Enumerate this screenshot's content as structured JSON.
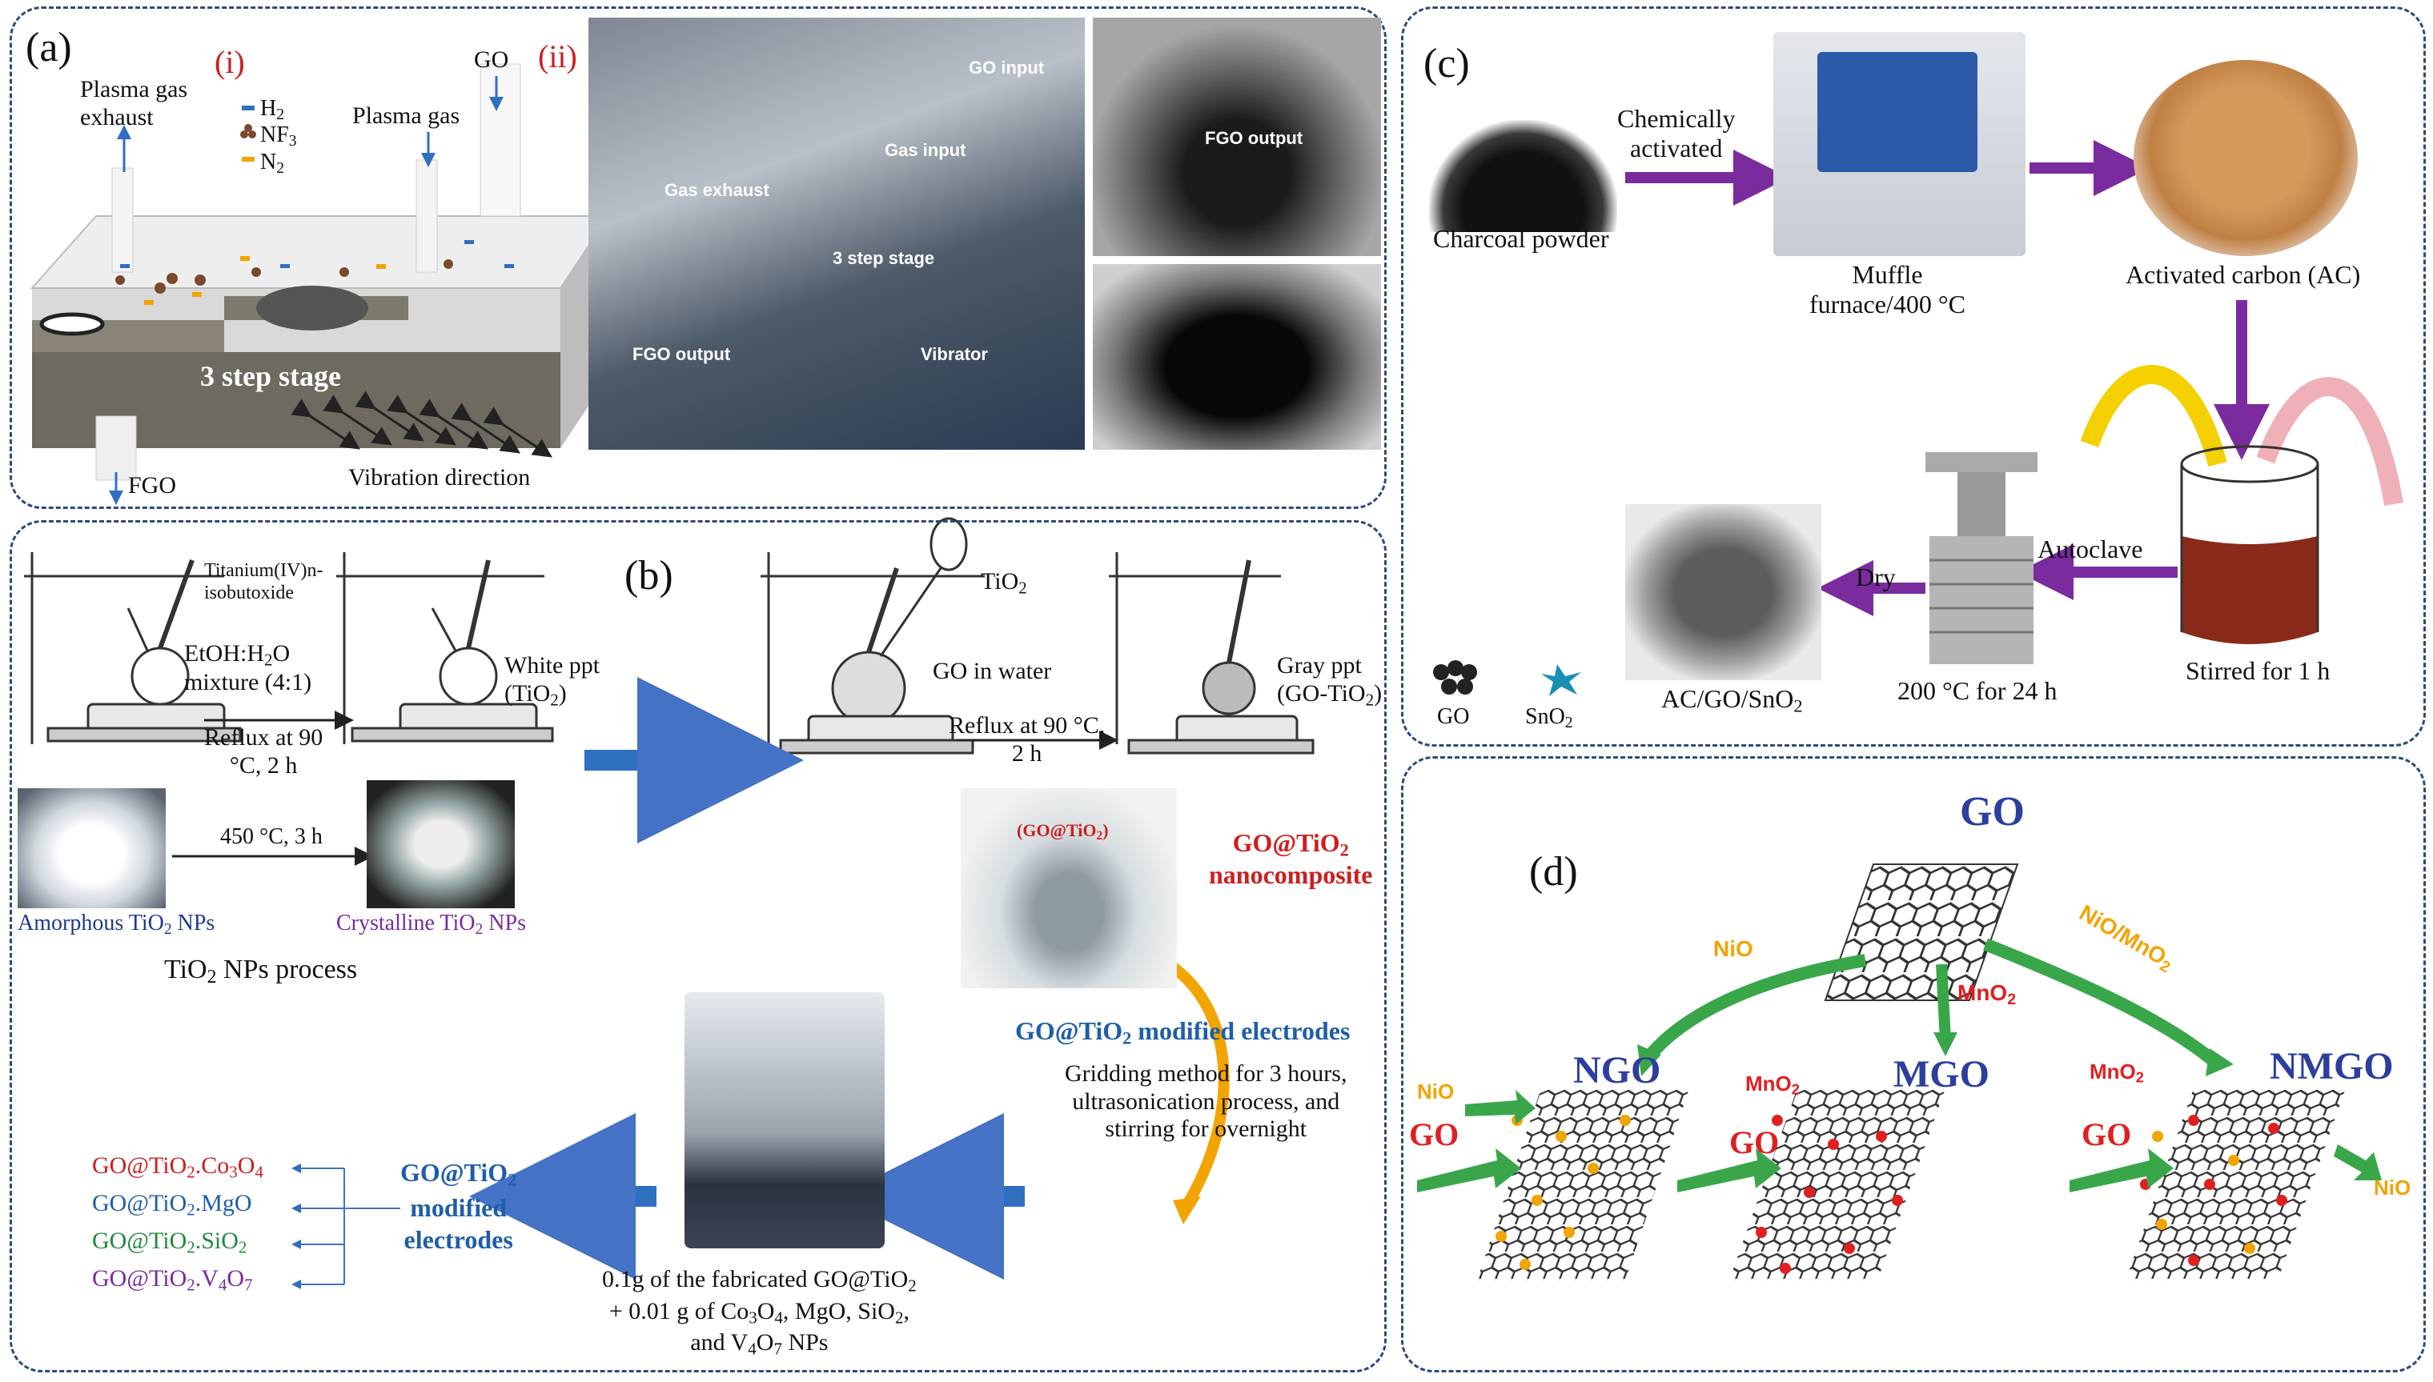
{
  "colors": {
    "panel_border": "#2d4a7a",
    "red_label": "#cc1f1f",
    "blue_text": "#1f5ea8",
    "purple_arrow": "#7a2b9e",
    "blue_arrow": "#2f6fc0",
    "green_arrow": "#3aa64a",
    "orange_arrow": "#f2a400",
    "yellow_arrow": "#f5d000"
  },
  "panel_a": {
    "label": "(a)",
    "sub_i": "(i)",
    "sub_ii": "(ii)",
    "exhaust": "Plasma gas\nexhaust",
    "legend_h2": "H",
    "legend_h2_sub": "2",
    "legend_nf3": "NF",
    "legend_nf3_sub": "3",
    "legend_n2": "N",
    "legend_n2_sub": "2",
    "plasma_gas": "Plasma gas",
    "go": "GO",
    "stage": "3 step stage",
    "fgo": "FGO",
    "vibration": "Vibration direction",
    "photo_go_input": "GO input",
    "photo_gas_input": "Gas input",
    "photo_gas_exhaust": "Gas exhaust",
    "photo_stage": "3 step stage",
    "photo_vibrator": "Vibrator",
    "photo_fgo_output": "FGO output",
    "photo_fgo_output2": "FGO output"
  },
  "panel_b": {
    "label": "(b)",
    "precursor": "Titanium(IV)n-\nisobutoxide",
    "etoh": "EtOH:H",
    "etoh_sub": "2",
    "etoh_rest": "O\nmixture (4:1)",
    "reflux1": "Reflux at 90\n°C, 2 h",
    "white_ppt": "White ppt\n(TiO",
    "white_ppt_sub": "2",
    "white_ppt_end": ")",
    "calc": "450 °C, 3 h",
    "amorphous": "Amorphous TiO",
    "amorphous_sub": "2",
    "amorphous_end": " NPs",
    "crystalline": "Crystalline TiO",
    "crystalline_sub": "2",
    "crystalline_end": " NPs",
    "process": "TiO",
    "process_sub": "2",
    "process_end": " NPs process",
    "tio2_add": "TiO",
    "tio2_add_sub": "2",
    "go_water": "GO in water",
    "reflux2": "Reflux at 90 °C,\n2 h",
    "gray_ppt": "Gray ppt\n(GO-TiO",
    "gray_ppt_sub": "2",
    "gray_ppt_end": ")",
    "dish_label": "(GO@TiO",
    "dish_label_sub": "2",
    "dish_label_end": ")",
    "nano_title_1": "GO@TiO",
    "nano_title_sub": "2",
    "nano_title_2": "nanocomposite",
    "modified_title": "GO@TiO",
    "modified_title_sub": "2",
    "modified_title_end": " modified electrodes",
    "method": "Gridding method for 3 hours,\nultrasonication process, and\nstirring for overnight",
    "fab_1": "0.1g of the fabricated GO@TiO",
    "fab_1_sub": "2",
    "fab_2": "+ 0.01 g of Co",
    "fab_2_s1": "3",
    "fab_2_b": "O",
    "fab_2_s2": "4",
    "fab_2_c": ", MgO, SiO",
    "fab_2_s3": "2",
    "fab_2_d": ",",
    "fab_3": "and V",
    "fab_3_s1": "4",
    "fab_3_b": "O",
    "fab_3_s2": "7",
    "fab_3_c": " NPs",
    "electrodes_1": "GO@TiO",
    "electrodes_sub": "2",
    "electrodes_2": "modified",
    "electrodes_3": "electrodes",
    "products": [
      {
        "a": "GO@TiO",
        "s1": "2",
        "b": ".Co",
        "s2": "3",
        "c": "O",
        "s3": "4",
        "color": "#cc1f1f"
      },
      {
        "a": "GO@TiO",
        "s1": "2",
        "b": ".MgO",
        "s2": "",
        "c": "",
        "s3": "",
        "color": "#1f5ea8"
      },
      {
        "a": "GO@TiO",
        "s1": "2",
        "b": ".SiO",
        "s2": "2",
        "c": "",
        "s3": "",
        "color": "#1f8a3a"
      },
      {
        "a": "GO@TiO",
        "s1": "2",
        "b": ".V",
        "s2": "4",
        "c": "O",
        "s3": "7",
        "color": "#7a2b9e"
      }
    ]
  },
  "panel_c": {
    "label": "(c)",
    "charcoal": "Charcoal powder",
    "chem": "Chemically\nactivated",
    "muffle": "Muffle\nfurnace/400 °C",
    "ac": "Activated carbon (AC)",
    "stirred": "Stirred for 1 h",
    "autoclave": "Autoclave",
    "temp": "200 °C for 24 h",
    "dry": "Dry",
    "product": "AC/GO/SnO",
    "product_sub": "2",
    "go": "GO",
    "sno2": "SnO",
    "sno2_sub": "2"
  },
  "panel_d": {
    "label": "(d)",
    "go_top": "GO",
    "nio_left": "NiO",
    "mno2_mid": "MnO",
    "mno2_mid_sub": "2",
    "niomno2": "NiO/MnO",
    "niomno2_sub": "2",
    "ngo": "NGO",
    "mgo": "MGO",
    "nmgo": "NMGO",
    "nio_1": "NiO",
    "go_1": "GO",
    "mno2_2": "MnO",
    "mno2_2_sub": "2",
    "go_2": "GO",
    "mno2_3": "MnO",
    "mno2_3_sub": "2",
    "go_3": "GO",
    "nio_3": "NiO"
  }
}
